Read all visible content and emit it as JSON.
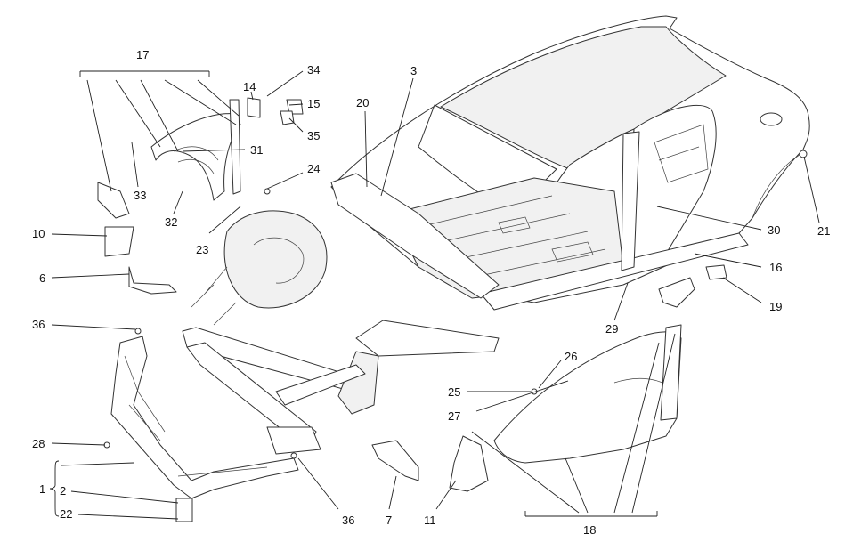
{
  "figure": {
    "description_free": true,
    "line_color": "#333333",
    "background": "#ffffff"
  },
  "callouts": [
    {
      "id": "c17",
      "label": "17"
    },
    {
      "id": "c34",
      "label": "34"
    },
    {
      "id": "c14",
      "label": "14"
    },
    {
      "id": "c15",
      "label": "15"
    },
    {
      "id": "c35",
      "label": "35"
    },
    {
      "id": "c3",
      "label": "3"
    },
    {
      "id": "c20",
      "label": "20"
    },
    {
      "id": "c31",
      "label": "31"
    },
    {
      "id": "c24",
      "label": "24"
    },
    {
      "id": "c33",
      "label": "33"
    },
    {
      "id": "c32",
      "label": "32"
    },
    {
      "id": "c23",
      "label": "23"
    },
    {
      "id": "c10",
      "label": "10"
    },
    {
      "id": "c6",
      "label": "6"
    },
    {
      "id": "c36a",
      "label": "36"
    },
    {
      "id": "c28",
      "label": "28"
    },
    {
      "id": "c1",
      "label": "1"
    },
    {
      "id": "c2",
      "label": "2"
    },
    {
      "id": "c22",
      "label": "22"
    },
    {
      "id": "c36b",
      "label": "36"
    },
    {
      "id": "c7",
      "label": "7"
    },
    {
      "id": "c11",
      "label": "11"
    },
    {
      "id": "c25",
      "label": "25"
    },
    {
      "id": "c26",
      "label": "26"
    },
    {
      "id": "c27",
      "label": "27"
    },
    {
      "id": "c29",
      "label": "29"
    },
    {
      "id": "c30",
      "label": "30"
    },
    {
      "id": "c16",
      "label": "16"
    },
    {
      "id": "c19",
      "label": "19"
    },
    {
      "id": "c21",
      "label": "21"
    },
    {
      "id": "c18",
      "label": "18"
    }
  ]
}
